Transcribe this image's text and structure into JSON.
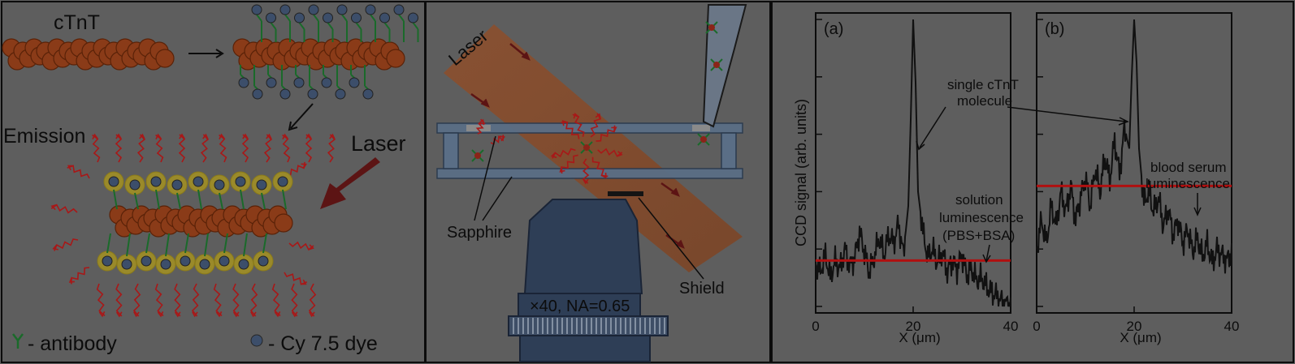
{
  "panel_left": {
    "label_ctnt": "cTnT",
    "label_emission": "Emission",
    "label_laser": "Laser",
    "legend_antibody": "- antibody",
    "legend_dye": "- Cy 7.5 dye"
  },
  "panel_middle": {
    "label_laser": "Laser",
    "label_sapphire": "Sapphire",
    "label_shield": "Shield",
    "label_objective": "×40, NA=0.65"
  },
  "panel_right": {
    "ylabel": "CCD signal (arb. units)",
    "annotation_single_line1": "single cTnT",
    "annotation_single_line2": "molecule",
    "annotation_blood_line1": "blood serum",
    "annotation_blood_line2": "luminescence",
    "annotation_solution_line1": "solution",
    "annotation_solution_line2": "luminescence",
    "annotation_solution_line3": "(PBS+BSA)"
  },
  "chart_data": [
    {
      "type": "line",
      "panel": "(a)",
      "xlabel": "X (μm)",
      "xticks": [
        0,
        20,
        40
      ],
      "xlim": [
        0,
        40
      ],
      "series": [
        {
          "x": [
            0,
            1,
            2,
            3,
            4,
            5,
            6,
            7,
            8,
            9,
            10,
            11,
            12,
            13,
            14,
            15,
            16,
            17,
            18,
            19,
            19.5,
            20,
            20.5,
            21,
            22,
            23,
            24,
            25,
            26,
            27,
            28,
            29,
            30,
            31,
            32,
            33,
            34,
            35,
            36,
            37,
            38,
            39,
            40
          ],
          "values": [
            0.15,
            0.12,
            0.18,
            0.1,
            0.16,
            0.13,
            0.2,
            0.14,
            0.17,
            0.26,
            0.19,
            0.12,
            0.17,
            0.24,
            0.18,
            0.25,
            0.22,
            0.29,
            0.18,
            0.35,
            0.65,
            1.0,
            0.78,
            0.4,
            0.26,
            0.17,
            0.2,
            0.15,
            0.19,
            0.12,
            0.16,
            0.13,
            0.18,
            0.11,
            0.13,
            0.09,
            0.1,
            0.07,
            0.05,
            0.04,
            0.02,
            0.01,
            0.0
          ]
        }
      ],
      "baseline": 0.16,
      "baseline_color": "#b01010"
    },
    {
      "type": "line",
      "panel": "(b)",
      "xlabel": "X (μm)",
      "xticks": [
        0,
        20,
        40
      ],
      "xlim": [
        0,
        40
      ],
      "series": [
        {
          "x": [
            0,
            1,
            2,
            3,
            4,
            5,
            6,
            7,
            8,
            9,
            10,
            11,
            12,
            13,
            14,
            15,
            16,
            17,
            18,
            19,
            19.5,
            20,
            20.5,
            21,
            22,
            23,
            24,
            25,
            26,
            27,
            28,
            29,
            30,
            31,
            32,
            33,
            34,
            35,
            36,
            37,
            38,
            39,
            40
          ],
          "values": [
            0.2,
            0.3,
            0.22,
            0.35,
            0.28,
            0.4,
            0.33,
            0.42,
            0.3,
            0.38,
            0.45,
            0.35,
            0.48,
            0.4,
            0.52,
            0.44,
            0.58,
            0.46,
            0.62,
            0.55,
            0.8,
            1.0,
            0.85,
            0.55,
            0.36,
            0.4,
            0.33,
            0.38,
            0.28,
            0.34,
            0.25,
            0.3,
            0.22,
            0.27,
            0.19,
            0.24,
            0.17,
            0.22,
            0.15,
            0.2,
            0.18,
            0.16,
            0.19
          ]
        }
      ],
      "baseline": 0.42,
      "baseline_color": "#b01010"
    }
  ]
}
